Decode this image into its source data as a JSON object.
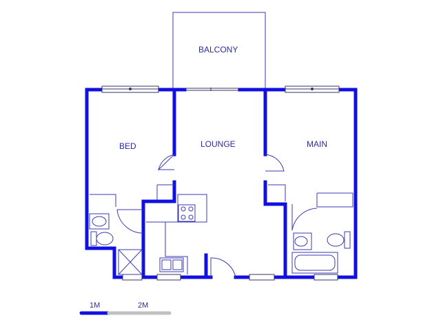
{
  "rooms": {
    "balcony": "BALCONY",
    "bed": "BED",
    "lounge": "LOUNGE",
    "main": "MAIN"
  },
  "scale": {
    "label_1": "1M",
    "label_2": "2M"
  },
  "colors": {
    "wall": "#1010e0",
    "line": "#3a3ab0",
    "text": "#2a2aa8",
    "scale_grey": "#c0c0c0"
  }
}
